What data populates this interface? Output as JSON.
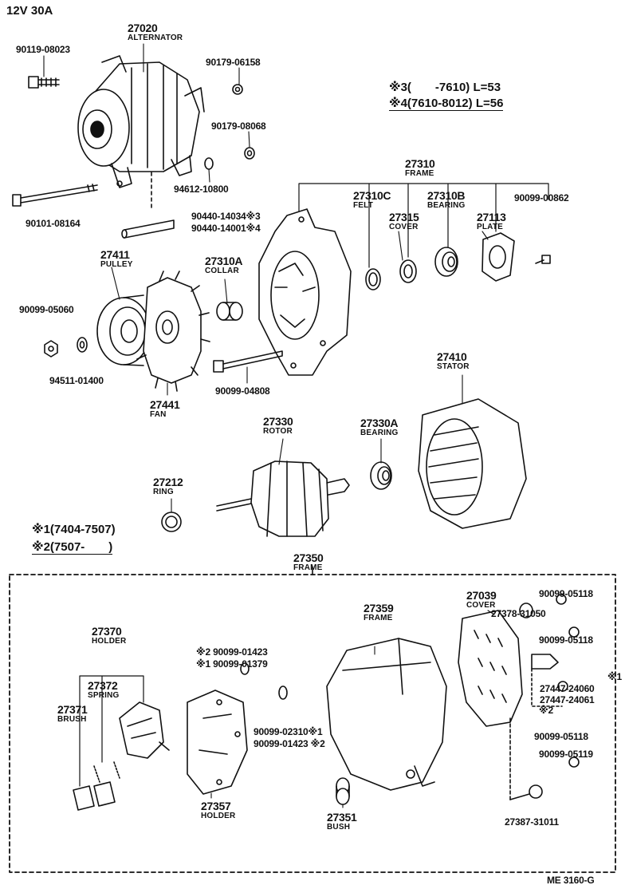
{
  "header": "12V  30A",
  "footer_code": "ME 3160-G",
  "notes": {
    "n3": "※3(　　-7610) L=53",
    "n4": "※4(7610-8012) L=56",
    "n1": "※1(7404-7507)",
    "n2": "※2(7507-　　)"
  },
  "parts": {
    "p27020": "27020",
    "p27020_name": "ALTERNATOR",
    "p90119_08023": "90119-08023",
    "p90179_06158": "90179-06158",
    "p90179_08068": "90179-08068",
    "p94612_10800": "94612-10800",
    "p90101_08164": "90101-08164",
    "p90440_14034": "90440-14034※3",
    "p90440_14001": "90440-14001※4",
    "p27310": "27310",
    "p27310_name": "FRAME",
    "p27310C": "27310C",
    "p27310C_name": "FELT",
    "p27315": "27315",
    "p27315_name": "COVER",
    "p27310B": "27310B",
    "p27310B_name": "BEARING",
    "p27113": "27113",
    "p27113_name": "PLATE",
    "p90099_00862": "90099-00862",
    "p27411": "27411",
    "p27411_name": "PULLEY",
    "p27310A": "27310A",
    "p27310A_name": "COLLAR",
    "p90099_05060": "90099-05060",
    "p94511_01400": "94511-01400",
    "p27441": "27441",
    "p27441_name": "FAN",
    "p90099_04808": "90099-04808",
    "p27410": "27410",
    "p27410_name": "STATOR",
    "p27330": "27330",
    "p27330_name": "ROTOR",
    "p27330A": "27330A",
    "p27330A_name": "BEARING",
    "p27212": "27212",
    "p27212_name": "RING",
    "p27350": "27350",
    "p27350_name": "FRAME",
    "p27370": "27370",
    "p27370_name": "HOLDER",
    "p27372": "27372",
    "p27372_name": "SPRING",
    "p27371": "27371",
    "p27371_name": "BRUSH",
    "p90099_01423a": "※2 90099-01423",
    "p90099_01379": "※1 90099-01379",
    "p27357": "27357",
    "p27357_name": "HOLDER",
    "p90099_02310": "90099-02310※1",
    "p90099_01423b": "90099-01423 ※2",
    "p27359": "27359",
    "p27359_name": "FRAME",
    "p27351": "27351",
    "p27351_name": "BUSH",
    "p27039": "27039",
    "p27039_name": "COVER",
    "p27378_31050": "27378-31050",
    "p90099_05118a": "90099-05118",
    "p90099_05118b": "90099-05118",
    "p27447_24060": "27447-24060",
    "p27447_24061": "27447-24061",
    "p90099_05118c": "90099-05118",
    "p90099_05119": "90099-05119",
    "p27387_31011": "27387-31011",
    "star1": "※1",
    "star2": "※2"
  }
}
